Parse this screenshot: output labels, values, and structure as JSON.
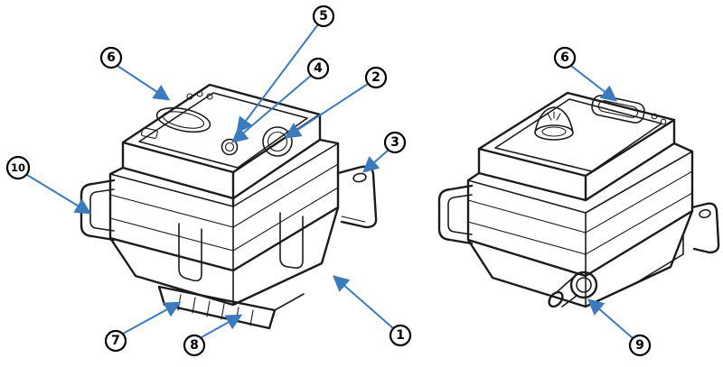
{
  "colors": {
    "background": "#ffffff",
    "ink": "#1b1b1b",
    "leader": "#3a7bbf",
    "bubble_fill": "#ffffff",
    "bubble_stroke": "#000000"
  },
  "callouts": [
    {
      "id": "callout-5",
      "label": "5"
    },
    {
      "id": "callout-4",
      "label": "4"
    },
    {
      "id": "callout-2",
      "label": "2"
    },
    {
      "id": "callout-6-left",
      "label": "6"
    },
    {
      "id": "callout-3",
      "label": "3"
    },
    {
      "id": "callout-10",
      "label": "10"
    },
    {
      "id": "callout-7",
      "label": "7"
    },
    {
      "id": "callout-8",
      "label": "8"
    },
    {
      "id": "callout-1",
      "label": "1"
    },
    {
      "id": "callout-6-right",
      "label": "6"
    },
    {
      "id": "callout-9",
      "label": "9"
    }
  ]
}
